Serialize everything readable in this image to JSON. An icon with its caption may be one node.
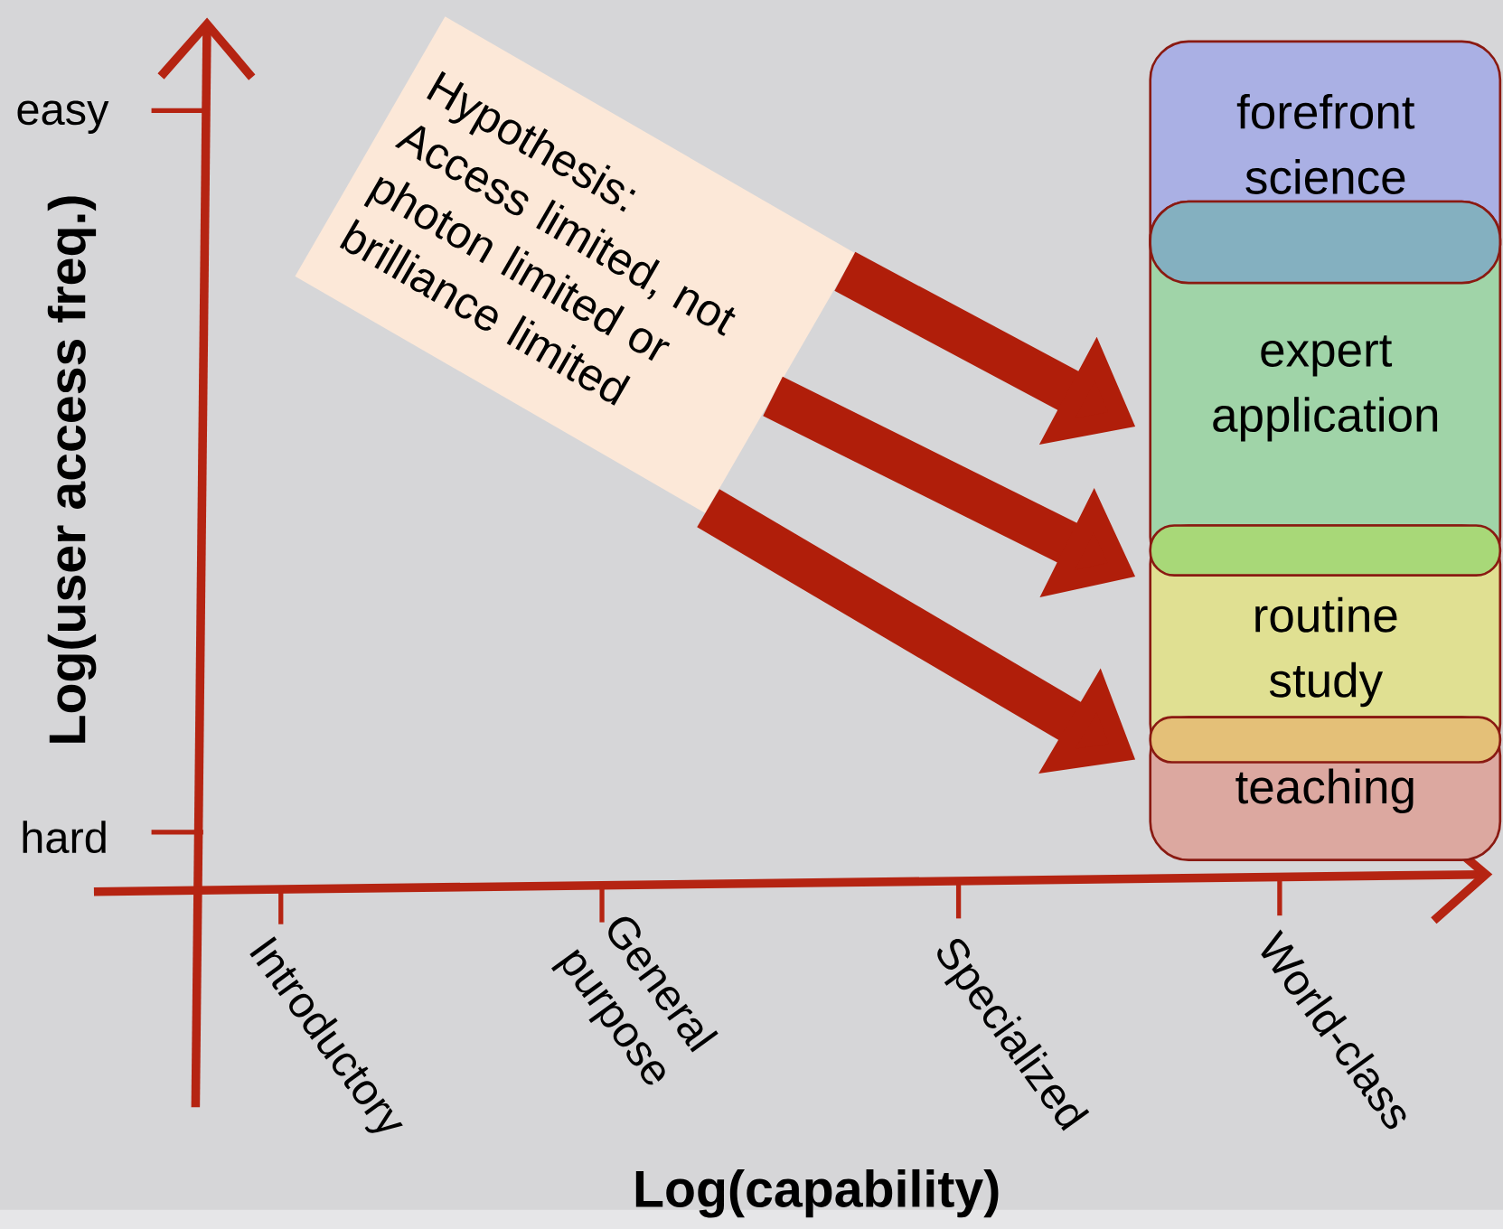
{
  "diagram": {
    "nodes": [
      {
        "text": [
          "Hypothesis:",
          "Access limited, not photon limited or brilliance limited"
        ]
      },
      {
        "text": [
          "forefront science"
        ]
      },
      {
        "text": [
          "expert application"
        ]
      },
      {
        "text": [
          "routine study"
        ]
      },
      {
        "text": [
          "teaching"
        ]
      }
    ],
    "edges": [
      {
        "from": 0,
        "to": 2,
        "arrow": "to"
      },
      {
        "from": 0,
        "to": 3,
        "arrow": "to"
      },
      {
        "from": 0,
        "to": 4,
        "arrow": "to"
      }
    ],
    "labels": [
      "easy",
      "Log(user access freq.)",
      "hard",
      "Introductory",
      "General purpose",
      "Specialized",
      "World-class",
      "Log(capability)"
    ]
  }
}
